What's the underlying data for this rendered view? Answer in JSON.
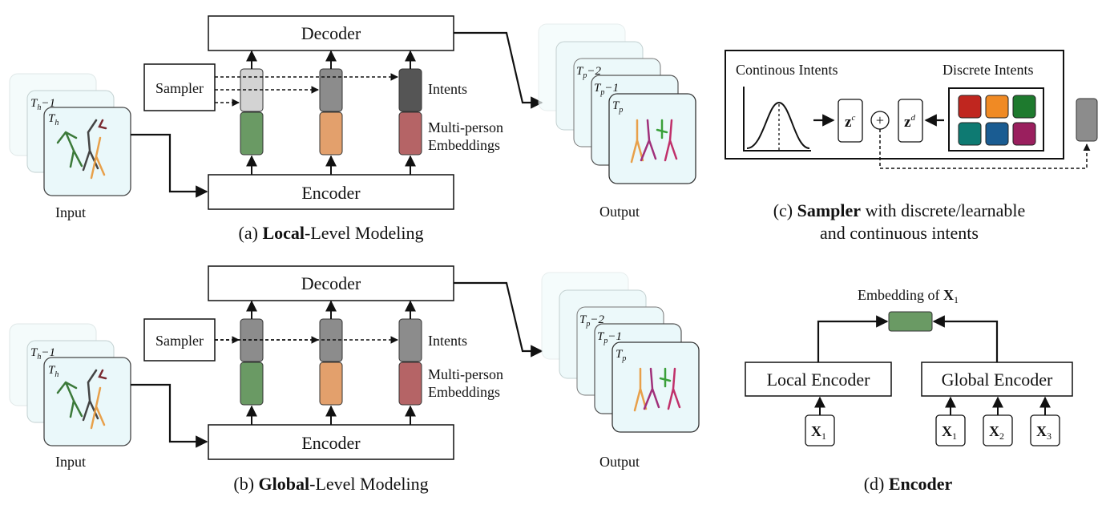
{
  "panel_a": {
    "decoder": "Decoder",
    "encoder": "Encoder",
    "sampler": "Sampler",
    "intents": "Intents",
    "embeddings_line1": "Multi-person",
    "embeddings_line2": "Embeddings",
    "input_label": "Input",
    "output_label": "Output",
    "frame_labels": [
      "T",
      "h",
      "−1",
      "T",
      "h"
    ],
    "out_frame_labels": [
      "T",
      "p",
      "−2",
      "T",
      "p",
      "−1",
      "T",
      "p"
    ],
    "caption_prefix": "(a) ",
    "caption_bold": "Local",
    "caption_suffix": "-Level Modeling",
    "intent_colors": [
      "#d3d3d3",
      "#8c8c8c",
      "#555555"
    ]
  },
  "panel_b": {
    "decoder": "Decoder",
    "encoder": "Encoder",
    "sampler": "Sampler",
    "intents": "Intents",
    "embeddings_line1": "Multi-person",
    "embeddings_line2": "Embeddings",
    "input_label": "Input",
    "output_label": "Output",
    "caption_prefix": "(b) ",
    "caption_bold": "Global",
    "caption_suffix": "-Level Modeling",
    "intent_colors": [
      "#8c8c8c",
      "#8c8c8c",
      "#8c8c8c"
    ]
  },
  "embedding_colors": [
    "#6a9a64",
    "#e3a06c",
    "#b56466"
  ],
  "panel_c": {
    "continuous": "Continous Intents",
    "discrete": "Discrete Intents",
    "zc": "z",
    "zc_sup": "c",
    "zd": "z",
    "zd_sup": "d",
    "plus": "+",
    "discrete_colors": [
      "#c0261f",
      "#f08a24",
      "#1e7a2e",
      "#0e7a72",
      "#1a5c92",
      "#9a1f5e"
    ],
    "caption_line1_prefix": "(c) ",
    "caption_line1_bold": "Sampler",
    "caption_line1_suffix": " with discrete/learnable",
    "caption_line2": "and continuous intents"
  },
  "panel_d": {
    "embedding_title": "Embedding of ",
    "embedding_var": "X",
    "embedding_sub": "1",
    "local_encoder": "Local Encoder",
    "global_encoder": "Global Encoder",
    "x": "X",
    "x_subs": [
      "1",
      "1",
      "2",
      "3"
    ],
    "caption_prefix": "(d) ",
    "caption_bold": "Encoder"
  }
}
